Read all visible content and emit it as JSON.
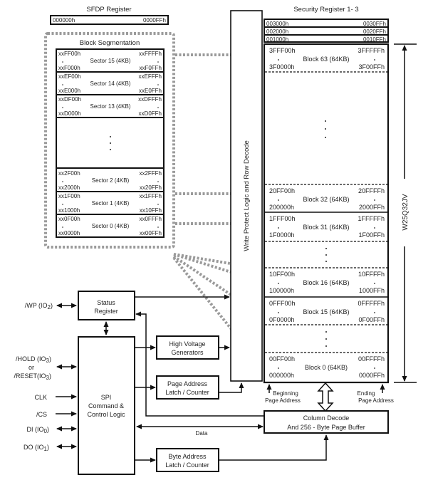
{
  "sfdp": {
    "title": "SFDP Register",
    "start": "000000h",
    "end": "0000FFh"
  },
  "block_segmentation": {
    "title": "Block Segmentation",
    "sectors_top": [
      {
        "label": "Sector 15 (4KB)",
        "top_left": "xxFF00h",
        "bottom_left": "xxF000h",
        "top_right": "xxFFFFh",
        "bottom_right": "xxF0FFh"
      },
      {
        "label": "Sector 14 (4KB)",
        "top_left": "xxEF00h",
        "bottom_left": "xxE000h",
        "top_right": "xxEFFFh",
        "bottom_right": "xxE0FFh"
      },
      {
        "label": "Sector 13 (4KB)",
        "top_left": "xxDF00h",
        "bottom_left": "xxD000h",
        "top_right": "xxDFFFh",
        "bottom_right": "xxD0FFh"
      }
    ],
    "sectors_bottom": [
      {
        "label": "Sector 2 (4KB)",
        "top_left": "xx2F00h",
        "bottom_left": "xx2000h",
        "top_right": "xx2FFFh",
        "bottom_right": "xx20FFh"
      },
      {
        "label": "Sector 1 (4KB)",
        "top_left": "xx1F00h",
        "bottom_left": "xx1000h",
        "top_right": "xx1FFFh",
        "bottom_right": "xx10FFh"
      },
      {
        "label": "Sector 0 (4KB)",
        "top_left": "xx0F00h",
        "bottom_left": "xx0000h",
        "top_right": "xx0FFFh",
        "bottom_right": "xx00FFh"
      }
    ]
  },
  "security_registers": {
    "title": "Security Register 1- 3",
    "rows": [
      {
        "start": "003000h",
        "end": "0030FFh"
      },
      {
        "start": "002000h",
        "end": "0020FFh"
      },
      {
        "start": "001000h",
        "end": "0010FFh"
      }
    ]
  },
  "memory_blocks": [
    {
      "label": "Block 63 (64KB)",
      "top_left": "3FFF00h",
      "bottom_left": "3F0000h",
      "top_right": "3FFFFFh",
      "bottom_right": "3F00FFh"
    },
    {
      "label": "Block 32 (64KB)",
      "top_left": "20FF00h",
      "bottom_left": "200000h",
      "top_right": "20FFFFh",
      "bottom_right": "2000FFh"
    },
    {
      "label": "Block 31 (64KB)",
      "top_left": "1FFF00h",
      "bottom_left": "1F0000h",
      "top_right": "1FFFFFh",
      "bottom_right": "1F00FFh"
    },
    {
      "label": "Block 16 (64KB)",
      "top_left": "10FF00h",
      "bottom_left": "100000h",
      "top_right": "10FFFFh",
      "bottom_right": "1000FFh"
    },
    {
      "label": "Block 15 (64KB)",
      "top_left": "0FFF00h",
      "bottom_left": "0F0000h",
      "top_right": "0FFFFFh",
      "bottom_right": "0F00FFh"
    },
    {
      "label": "Block 0 (64KB)",
      "top_left": "00FF00h",
      "bottom_left": "000000h",
      "top_right": "00FFFFh",
      "bottom_right": "0000FFh"
    }
  ],
  "device_label": "W25Q32JV",
  "write_protect_label": "Write Protect Logic and Row Decode",
  "beginning_page_address": [
    "Beginning",
    "Page Address"
  ],
  "ending_page_address": [
    "Ending",
    "Page Address"
  ],
  "blocks": {
    "status_register": [
      "Status",
      "Register"
    ],
    "spi_logic": [
      "SPI",
      "Command &",
      "Control Logic"
    ],
    "high_voltage": [
      "High Voltage",
      "Generators"
    ],
    "page_address_latch": [
      "Page Address",
      "Latch / Counter"
    ],
    "byte_address_latch": [
      "Byte Address",
      "Latch / Counter"
    ],
    "column_decode": [
      "Column Decode",
      "And 256 - Byte Page Buffer"
    ]
  },
  "data_label": "Data",
  "pins": {
    "wp": {
      "name": "/WP (IO",
      "sub": "2",
      "close": ")"
    },
    "hold": {
      "name": "/HOLD (IO",
      "sub": "3",
      "close": ")"
    },
    "or": "or",
    "reset": {
      "name": "/RESET(IO",
      "sub": "3",
      "close": ")"
    },
    "clk": "CLK",
    "cs": "/CS",
    "di": {
      "name": "DI (IO",
      "sub": "0",
      "close": ")"
    },
    "do": {
      "name": "DO (IO",
      "sub": "1",
      "close": ")"
    }
  },
  "colors": {
    "line": "#111111",
    "dotted": "#9a9a9a"
  }
}
